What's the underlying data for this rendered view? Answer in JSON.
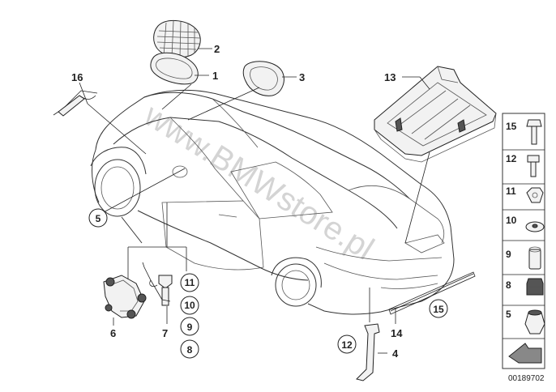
{
  "watermark": "www.BMWstore.pl",
  "reference_number": "00189702",
  "callouts": {
    "c1": "1",
    "c2": "2",
    "c3": "3",
    "c4": "4",
    "c5": "5",
    "c6": "6",
    "c7": "7",
    "c13": "13",
    "c14": "14",
    "c16": "16"
  },
  "circled": {
    "c5": "5",
    "c11": "11",
    "c10": "10",
    "c9": "9",
    "c8": "8",
    "c12": "12",
    "c15": "15"
  },
  "legend": {
    "items": [
      {
        "label": "15"
      },
      {
        "label": "12"
      },
      {
        "label": "11"
      },
      {
        "label": "10"
      },
      {
        "label": "9"
      },
      {
        "label": "8"
      },
      {
        "label": "5"
      }
    ]
  }
}
